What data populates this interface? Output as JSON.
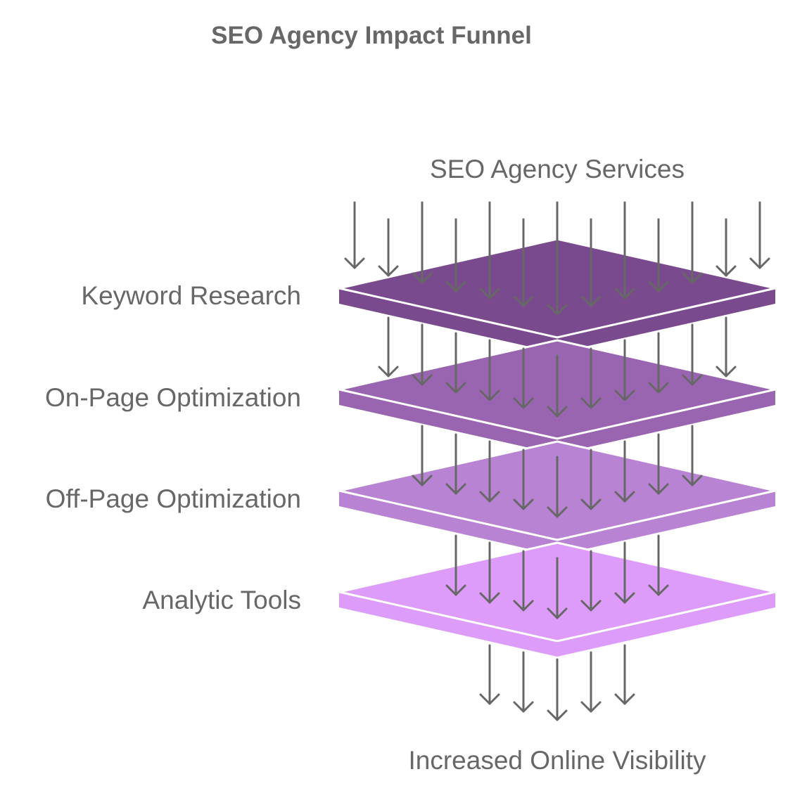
{
  "title": "SEO Agency Impact Funnel",
  "input_label": "SEO Agency Services",
  "output_label": "Increased Online Visibility",
  "layers": [
    {
      "label": "Keyword Research",
      "top_color": "#7a4a8e",
      "side_color": "#7a4a8e"
    },
    {
      "label": "On-Page Optimization",
      "top_color": "#9a65b0",
      "side_color": "#9a65b0"
    },
    {
      "label": "Off-Page Optimization",
      "top_color": "#b983d3",
      "side_color": "#b983d3"
    },
    {
      "label": "Analytic Tools",
      "top_color": "#dd9cf9",
      "side_color": "#dd9cf9"
    }
  ],
  "colors": {
    "text": "#676767",
    "arrow": "#676767",
    "outline": "#ffffff"
  }
}
